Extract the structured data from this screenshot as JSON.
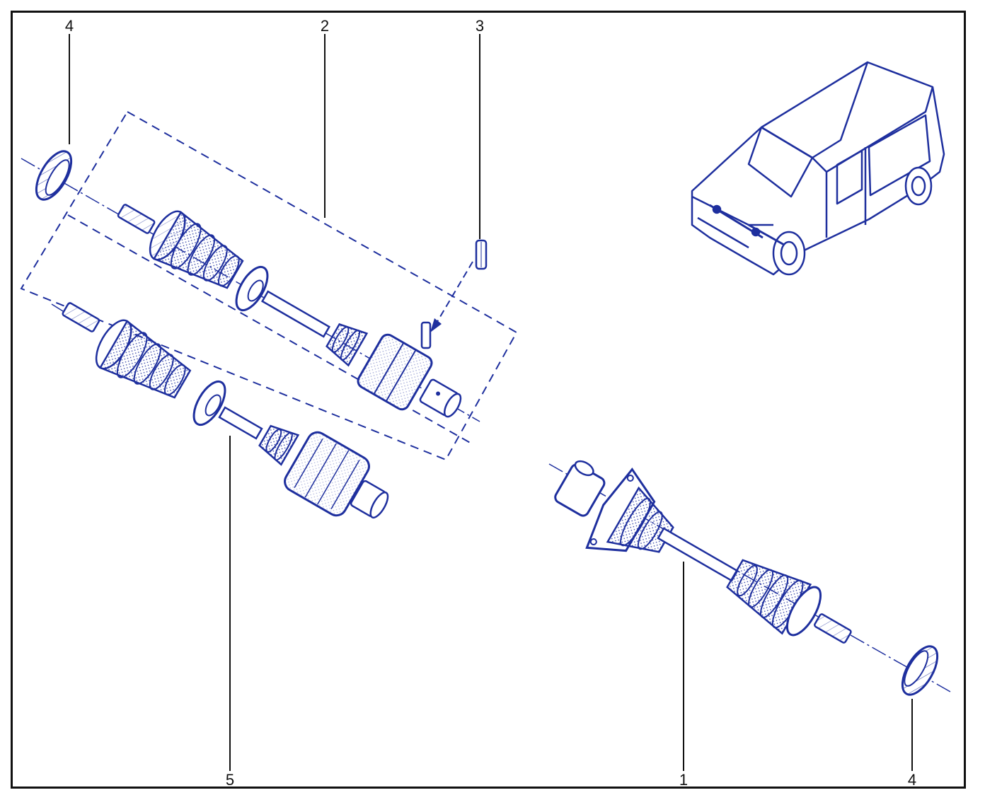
{
  "callouts": {
    "c1": "1",
    "c2": "2",
    "c3": "3",
    "c4_top": "4",
    "c4_bottom": "4",
    "c5": "5"
  },
  "colors": {
    "ink": "#1e2f9e",
    "leader": "#111111",
    "frame": "#111111"
  },
  "components": [
    "drive-shaft-left-assembly",
    "drive-shaft-right-assembly",
    "roll-pin",
    "abs-target-ring",
    "van-illustration"
  ]
}
